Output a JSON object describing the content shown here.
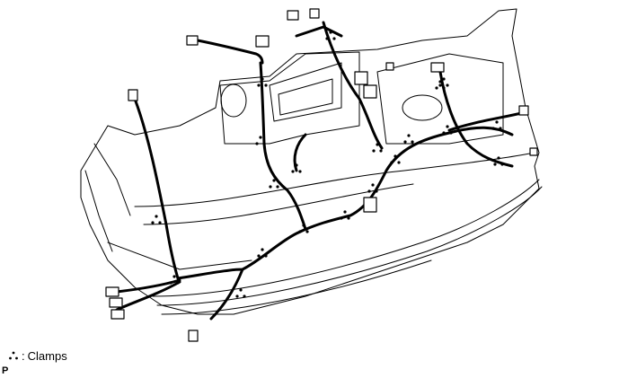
{
  "legend": {
    "symbol": "clamp-triangle-icon",
    "separator": ":",
    "label": "Clamps"
  },
  "figure_code": "P",
  "clamp_count": 20,
  "colors": {
    "line": "#000000",
    "background": "#ffffff"
  }
}
